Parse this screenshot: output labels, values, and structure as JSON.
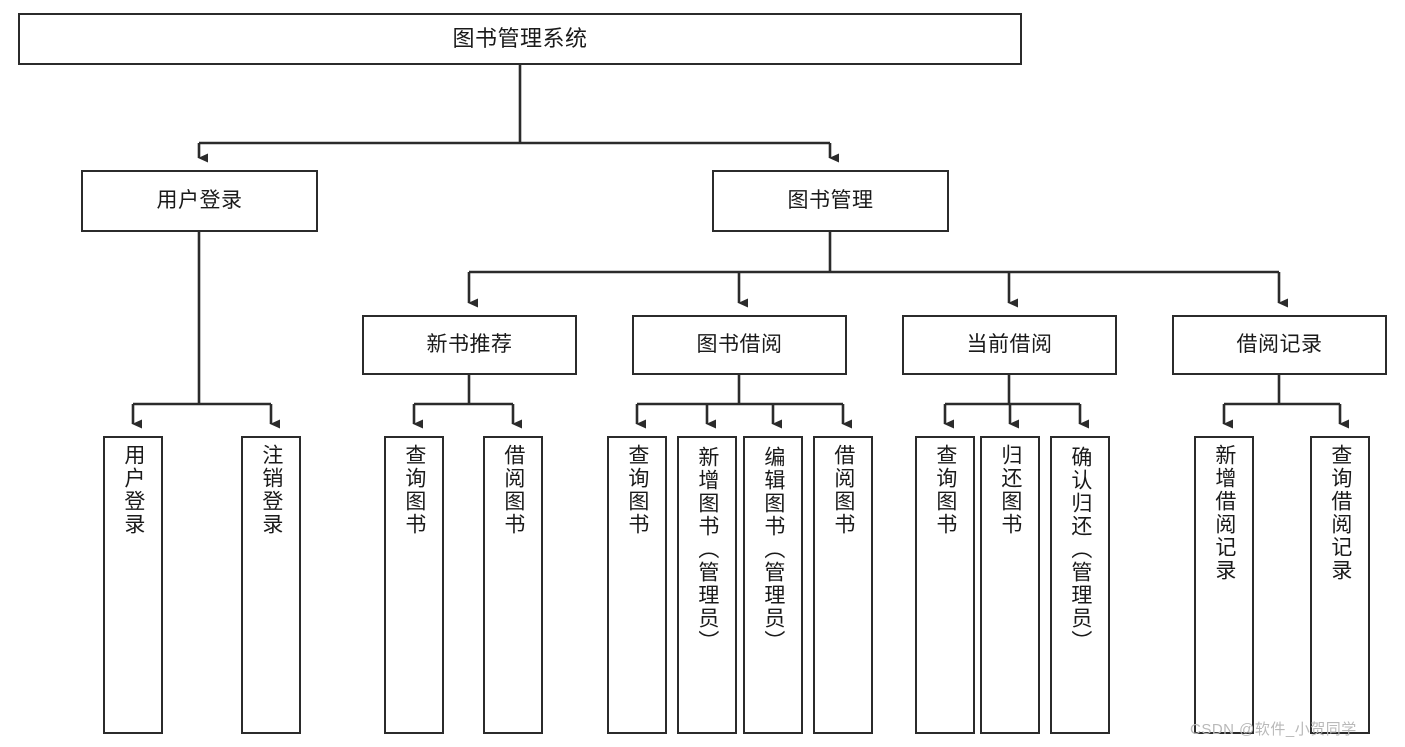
{
  "diagram": {
    "type": "tree-hierarchy",
    "title": "图书管理系统",
    "watermark": "CSDN @软件_小贺同学",
    "colors": {
      "box_border": "#2b2b2b",
      "background": "#ffffff",
      "connector": "#2b2b2b",
      "text": "#1a1a1a",
      "watermark": "#b9b9b9"
    },
    "root": {
      "label": "图书管理系统"
    },
    "level2": [
      {
        "label": "用户登录"
      },
      {
        "label": "图书管理"
      }
    ],
    "level3": [
      {
        "label": "新书推荐"
      },
      {
        "label": "图书借阅"
      },
      {
        "label": "当前借阅"
      },
      {
        "label": "借阅记录"
      }
    ],
    "leaves": {
      "user_login": [
        {
          "label": "用户登录"
        },
        {
          "label": "注销登录"
        }
      ],
      "new_book_recommend": [
        {
          "label": "查询图书"
        },
        {
          "label": "借阅图书"
        }
      ],
      "book_borrow": [
        {
          "label": "查询图书"
        },
        {
          "label": "新增图书（管理员）"
        },
        {
          "label": "编辑图书（管理员）"
        },
        {
          "label": "借阅图书"
        }
      ],
      "current_borrow": [
        {
          "label": "查询图书"
        },
        {
          "label": "归还图书"
        },
        {
          "label": "确认归还（管理员）"
        }
      ],
      "borrow_record": [
        {
          "label": "新增借阅记录"
        },
        {
          "label": "查询借阅记录"
        }
      ]
    }
  }
}
